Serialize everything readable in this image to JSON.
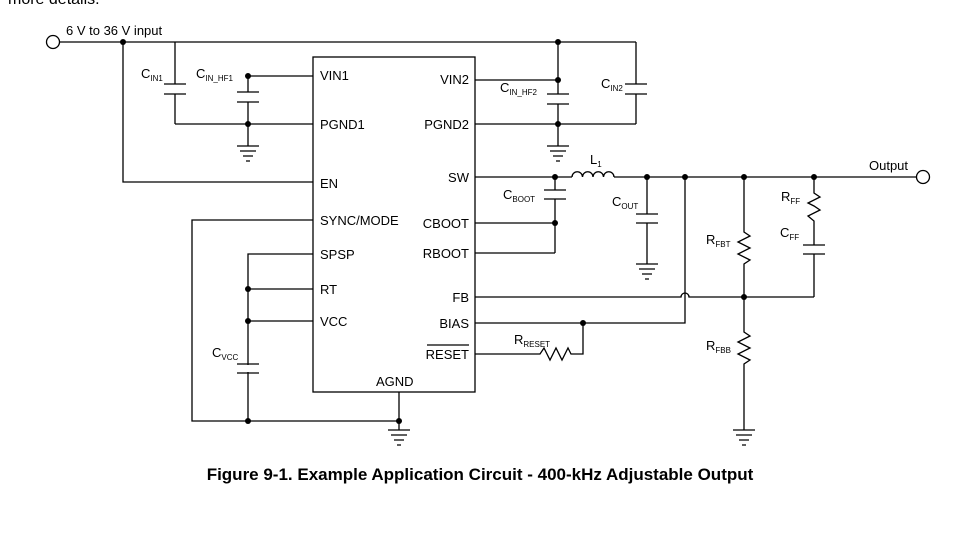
{
  "top_fragment": "more details.",
  "caption": "Figure 9-1. Example Application Circuit - 400-kHz Adjustable Output",
  "terminals": {
    "input": "6 V to 36 V input",
    "output": "Output"
  },
  "ic": {
    "left_pins": [
      "VIN1",
      "PGND1",
      "EN",
      "SYNC/MODE",
      "SPSP",
      "RT",
      "VCC"
    ],
    "right_pins": [
      "VIN2",
      "PGND2",
      "SW",
      "CBOOT",
      "RBOOT",
      "FB",
      "BIAS",
      "RESET"
    ],
    "bottom_pin": "AGND"
  },
  "components": {
    "cin1": {
      "main": "C",
      "sub": "IN1"
    },
    "cin_hf1": {
      "main": "C",
      "sub": "IN_HF1"
    },
    "cin_hf2": {
      "main": "C",
      "sub": "IN_HF2"
    },
    "cin2": {
      "main": "C",
      "sub": "IN2"
    },
    "cboot": {
      "main": "C",
      "sub": "BOOT"
    },
    "l1": {
      "main": "L",
      "sub": "1"
    },
    "cout": {
      "main": "C",
      "sub": "OUT"
    },
    "rff": {
      "main": "R",
      "sub": "FF"
    },
    "cff": {
      "main": "C",
      "sub": "FF"
    },
    "rfbt": {
      "main": "R",
      "sub": "FBT"
    },
    "rfbb": {
      "main": "R",
      "sub": "FBB"
    },
    "rreset": {
      "main": "R",
      "sub": "RESET"
    },
    "cvcc": {
      "main": "C",
      "sub": "VCC"
    }
  }
}
